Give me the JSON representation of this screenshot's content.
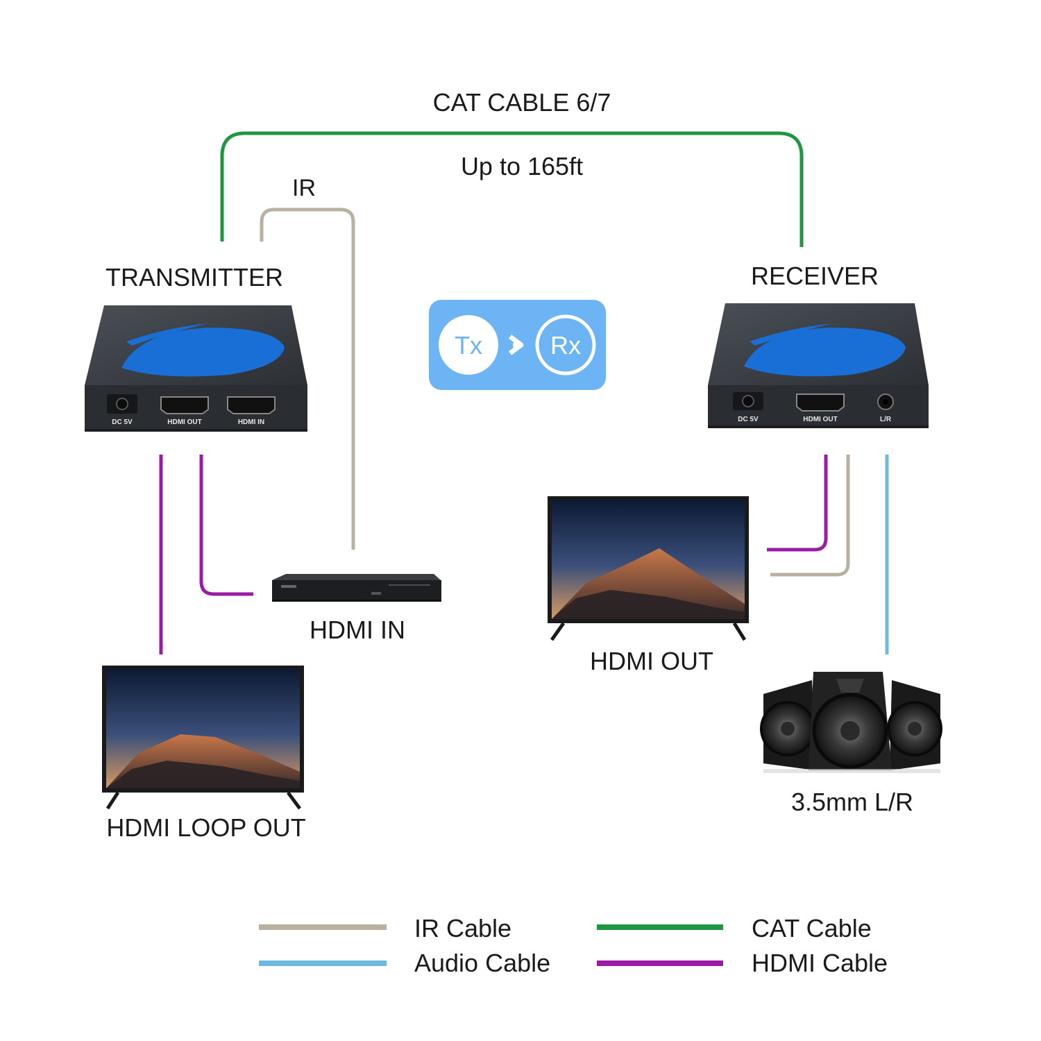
{
  "colors": {
    "ir": "#b9b09f",
    "cat": "#1e9642",
    "audio": "#6fb8de",
    "hdmi": "#9c1aa6",
    "device_body": "#3b3f44",
    "device_front": "#2a2d31",
    "logo_blue": "#1a6fd6",
    "badge_bg": "#6cb4f4",
    "text": "#1a1a1a"
  },
  "cat_cable": {
    "title": "CAT CABLE 6/7",
    "distance": "Up to 165ft"
  },
  "ir_label": "IR",
  "transmitter": {
    "title": "TRANSMITTER",
    "ports": [
      "DC 5V",
      "HDMI OUT",
      "HDMI IN"
    ]
  },
  "receiver": {
    "title": "RECEIVER",
    "ports": [
      "DC 5V",
      "HDMI OUT",
      "L/R"
    ]
  },
  "badge": {
    "tx": "Tx",
    "rx": "Rx",
    "arrow": "›"
  },
  "devices": {
    "hdmi_in": "HDMI IN",
    "hdmi_loop_out": "HDMI LOOP OUT",
    "hdmi_out": "HDMI OUT",
    "audio_out": "3.5mm L/R"
  },
  "legend": [
    {
      "label": "IR Cable",
      "color": "#b9b09f"
    },
    {
      "label": "CAT Cable",
      "color": "#1e9642"
    },
    {
      "label": "Audio Cable",
      "color": "#6fb8de"
    },
    {
      "label": "HDMI Cable",
      "color": "#9c1aa6"
    }
  ]
}
